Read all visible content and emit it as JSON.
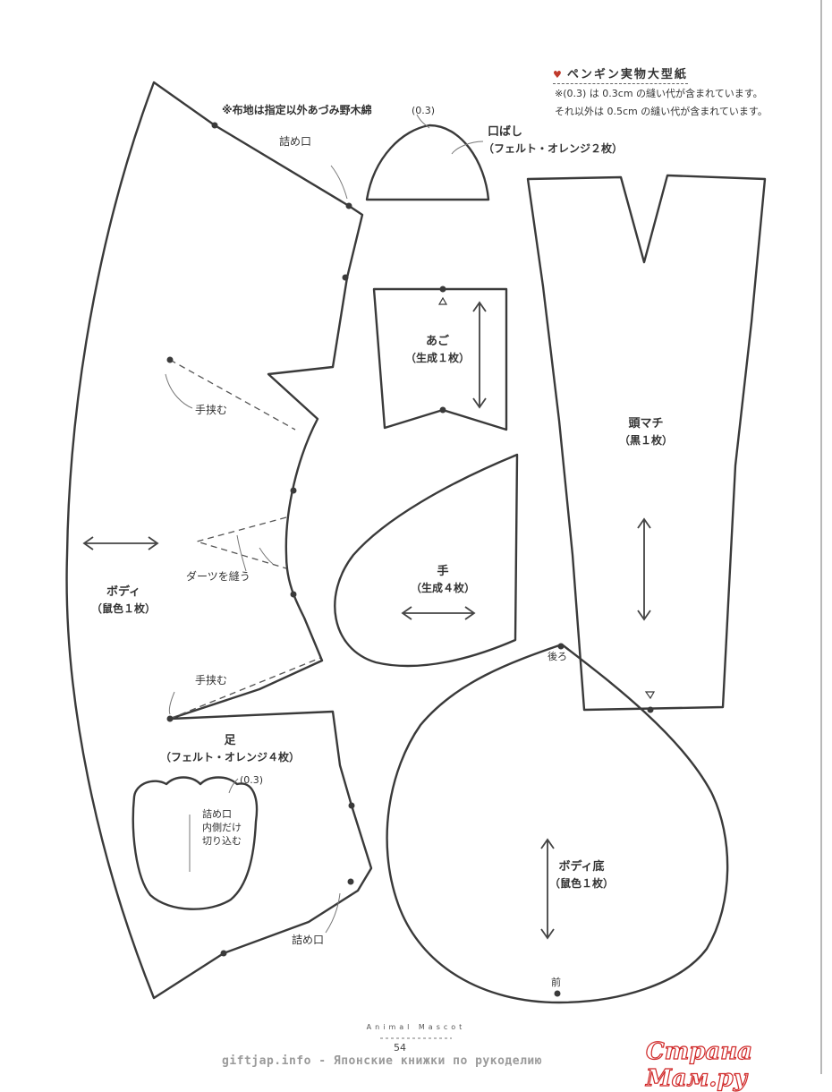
{
  "sheet": {
    "title": "ペンギン実物大型紙",
    "note_line1": "※(0.3) は 0.3cm の縫い代が含まれています。",
    "note_line2": "それ以外は 0.5cm の縫い代が含まれています。",
    "fabric_note": "※布地は指定以外あづみ野木綿"
  },
  "pieces": {
    "body": {
      "name": "ボディ",
      "material": "（鼠色１枚）"
    },
    "beak": {
      "name": "口ばし",
      "material": "（フェルト・オレンジ２枚）",
      "allowance": "(0.3)"
    },
    "jaw": {
      "name": "あご",
      "material": "（生成１枚）"
    },
    "head_gusset": {
      "name": "頭マチ",
      "material": "（黒１枚）"
    },
    "hand": {
      "name": "手",
      "material": "（生成４枚）"
    },
    "foot": {
      "name": "足",
      "material": "（フェルト・オレンジ４枚）",
      "allowance": "(0.3)"
    },
    "body_base": {
      "name": "ボディ底",
      "material": "（鼠色１枚）"
    }
  },
  "marks": {
    "stuffing_opening_top": "詰め口",
    "stuffing_opening_bottom": "詰め口",
    "hand_insert_top": "手挟む",
    "hand_insert_bottom": "手挟む",
    "sew_dart": "ダーツを縫う",
    "foot_opening_1": "詰め口",
    "foot_opening_2": "内側だけ",
    "foot_opening_3": "切り込む",
    "back": "後ろ",
    "front": "前"
  },
  "footer": {
    "book_title": "Animal Mascot",
    "page_number": "54",
    "source_caption": "giftjap.info - Японские книжки по рукоделию",
    "watermark": "Страна Мам.ру"
  },
  "colors": {
    "line": "#3a3a3a",
    "heart": "#c0392b",
    "watermark": "#d02a2a"
  }
}
